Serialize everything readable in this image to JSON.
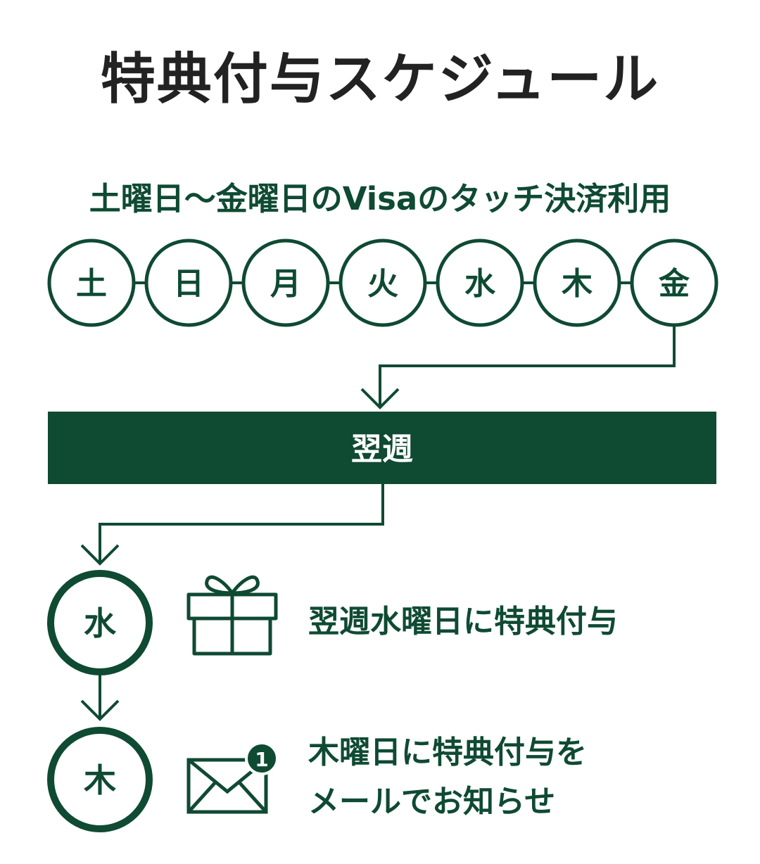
{
  "title": "特典付与スケジュール",
  "subtitle": "土曜日〜金曜日のVisaのタッチ決済利用",
  "days": [
    "土",
    "日",
    "月",
    "火",
    "水",
    "木",
    "金"
  ],
  "next_week": "翌週",
  "steps": [
    {
      "day": "水",
      "icon": "gift-icon",
      "text": "翌週水曜日に特典付与"
    },
    {
      "day": "木",
      "icon": "mail-icon",
      "badge": "1",
      "text_line1": "木曜日に特典付与を",
      "text_line2": "メールでお知らせ"
    }
  ],
  "colors": {
    "primary": "#0f4a33",
    "title": "#222222",
    "background": "#ffffff"
  }
}
